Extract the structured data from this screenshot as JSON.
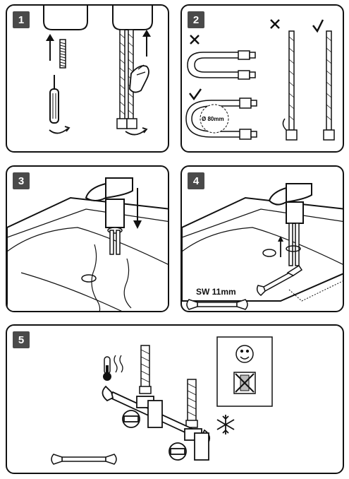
{
  "steps": [
    {
      "number": "1"
    },
    {
      "number": "2",
      "diameter_label": "Ø 80mm"
    },
    {
      "number": "3"
    },
    {
      "number": "4",
      "wrench_label": "SW 11mm"
    },
    {
      "number": "5"
    }
  ],
  "icons": {
    "wrong": "cross-icon",
    "right": "check-icon",
    "warm": "thermometer-heat-icon",
    "frost": "snowflake-icon",
    "ok": "smiley-icon",
    "damaged": "damaged-hose-icon",
    "wrench": "open-end-wrench-icon"
  }
}
